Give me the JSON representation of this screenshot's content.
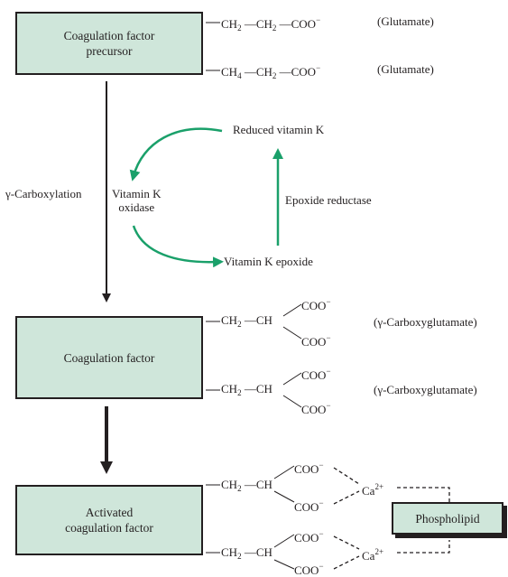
{
  "boxes": {
    "precursor": [
      "Coagulation factor",
      "precursor"
    ],
    "factor": "Coagulation factor",
    "activated": [
      "Activated",
      "coagulation factor"
    ],
    "phospholipid": "Phospholipid"
  },
  "formulas": {
    "ch": "CH",
    "coo": "COO",
    "minus": "−",
    "ca": "Ca",
    "ca_charge": "2+",
    "sub2": "2",
    "sub4": "4",
    "dash": "—"
  },
  "annotations": {
    "glutamate": "(Glutamate)",
    "gamma_carboxyglutamate": "(γ-Carboxyglutamate)"
  },
  "cycle": {
    "reduced": "Reduced vitamin K",
    "epoxide": "Vitamin K epoxide",
    "reductase": "Epoxide reductase",
    "oxidase": [
      "Vitamin K",
      "oxidase"
    ],
    "carboxylation": "γ-Carboxylation"
  },
  "colors": {
    "box_fill": "#cfe6da",
    "arrow_green": "#1aa06a",
    "ink": "#231f20"
  }
}
